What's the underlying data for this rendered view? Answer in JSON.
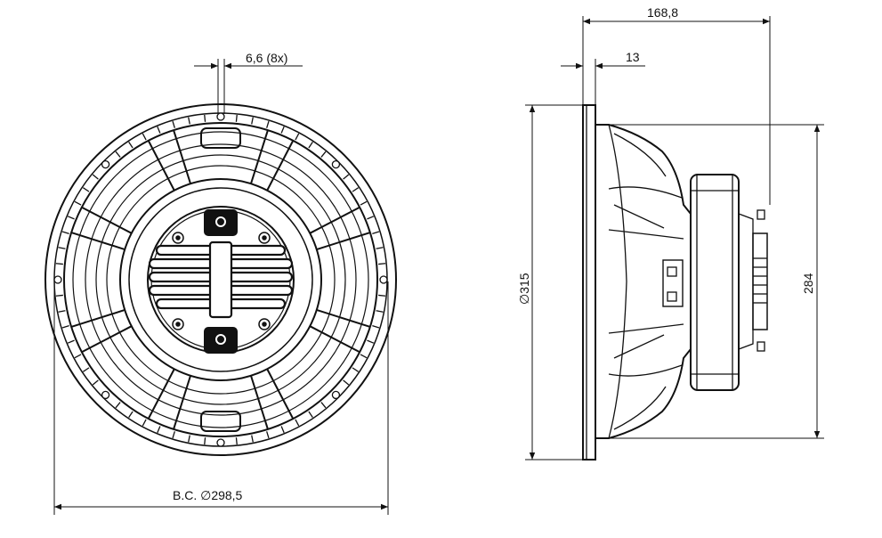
{
  "dimensions": {
    "hole_spec": "6,6 (8x)",
    "bolt_circle": "B.C. ∅298,5",
    "total_depth": "168,8",
    "flange_thickness": "13",
    "outer_diameter": "∅315",
    "cutout_height": "284"
  },
  "colors": {
    "line": "#111111",
    "background": "#ffffff"
  }
}
